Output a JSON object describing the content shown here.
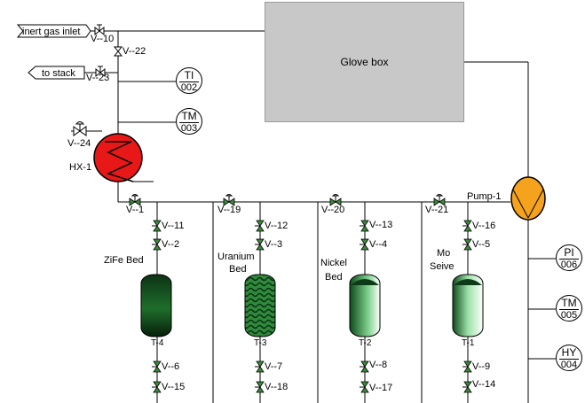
{
  "inlets": {
    "inert_gas": "inert gas inlet",
    "stack": "to stack"
  },
  "glove_box": {
    "label": "Glove box"
  },
  "heat_exchanger": {
    "label": "HX-1"
  },
  "pump": {
    "label": "Pump-1"
  },
  "instruments": [
    {
      "id": "ti-002",
      "tag": "TI",
      "num": "002"
    },
    {
      "id": "tm-003",
      "tag": "TM",
      "num": "003"
    },
    {
      "id": "pi-006",
      "tag": "PI",
      "num": "006"
    },
    {
      "id": "tm-005",
      "tag": "TM",
      "num": "005"
    },
    {
      "id": "hy-004",
      "tag": "HY",
      "num": "004"
    }
  ],
  "valves": {
    "v10": "V--10",
    "v22": "V--22",
    "v23": "V--23",
    "v24": "V--24",
    "v1": "V--1",
    "v19": "V--19",
    "v20": "V--20",
    "v21": "V--21",
    "v11": "V--11",
    "v2": "V--2",
    "v12": "V--12",
    "v3": "V--3",
    "v13": "V--13",
    "v4": "V--4",
    "v16": "V--16",
    "v5": "V--5",
    "v6": "V--6",
    "v15": "V--15",
    "v7": "V--7",
    "v18": "V--18",
    "v8": "V--8",
    "v17": "V--17",
    "v9": "V--9",
    "v14": "V--14"
  },
  "beds": [
    {
      "id": "zife",
      "name_line1": "ZiFe Bed",
      "name_line2": "",
      "tag": "T-4"
    },
    {
      "id": "uranium",
      "name_line1": "Uranium",
      "name_line2": "Bed",
      "tag": "T-3"
    },
    {
      "id": "nickel",
      "name_line1": "Nickel",
      "name_line2": "Bed",
      "tag": "T-2"
    },
    {
      "id": "mo",
      "name_line1": "Mo",
      "name_line2": "Seive",
      "tag": "T-1"
    }
  ],
  "colors": {
    "valve_green": "#3a8a3a",
    "hx_red": "#e81818",
    "pump_orange": "#f5a21c",
    "bed_dark": "#0f3a18",
    "glovebox_gray": "#c8c8c8"
  }
}
